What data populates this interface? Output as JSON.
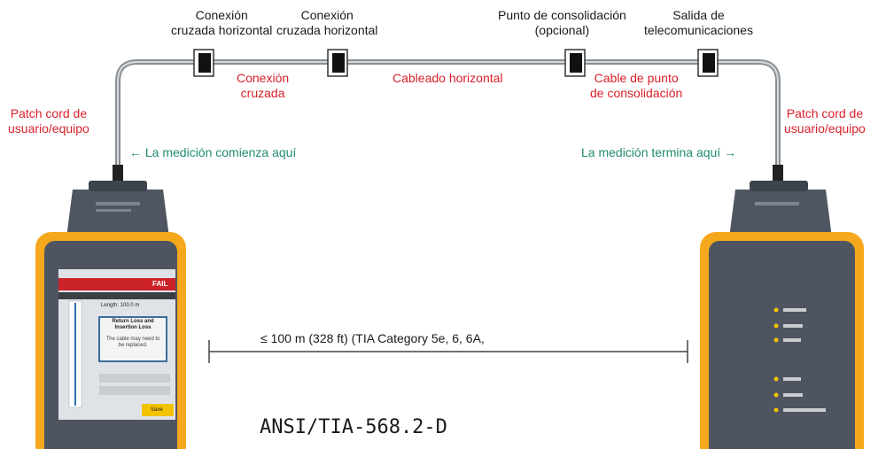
{
  "labels": {
    "xc1": "Conexión\ncruzada horizontal",
    "xc2": "Conexión\ncruzada horizontal",
    "cp": "Punto de consolidación\n(opcional)",
    "outlet": "Salida de\ntelecomunicaciones",
    "cross_connect": "Conexión\ncruzada",
    "horizontal": "Cableado horizontal",
    "cp_cable": "Cable de punto\nde consolidación",
    "patch_left": "Patch cord de\nusuario/equipo",
    "patch_right": "Patch cord de\nusuario/equipo",
    "start": "← La medición comienza aquí",
    "end": "La medición termina aquí →",
    "distance": "≤ 100 m (328 ft) (TIA Category 5e, 6, 6A,",
    "standard": "ANSI/TIA-568.2-D"
  },
  "left_tester": {
    "status": "FAIL",
    "length": "Length: 100.0 m",
    "popup_title": "Return Loss and Insertion Loss",
    "popup_body": "The cable may need to be replaced.",
    "button": "Save"
  },
  "colors": {
    "red": "#d8202a",
    "teal": "#1f8a72",
    "tester_yellow": "#f5a81c",
    "tester_gray": "#4e5560"
  }
}
